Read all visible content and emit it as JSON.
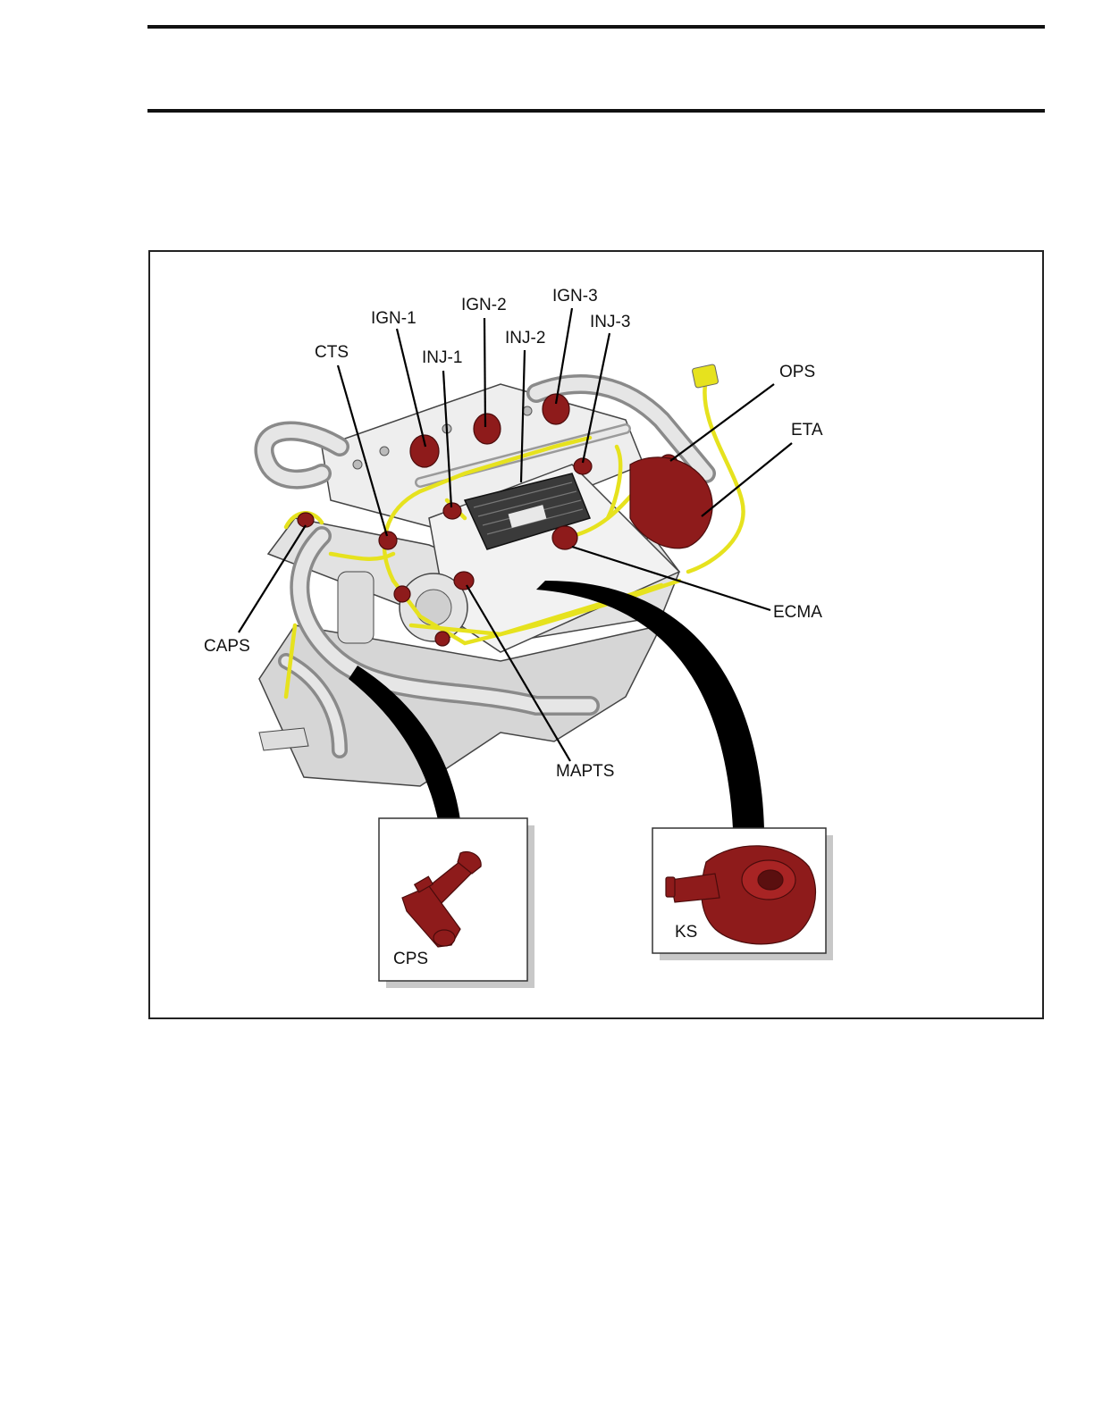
{
  "figure": {
    "labels": {
      "ign1": "IGN-1",
      "ign2": "IGN-2",
      "ign3": "IGN-3",
      "inj1": "INJ-1",
      "inj2": "INJ-2",
      "inj3": "INJ-3",
      "cts": "CTS",
      "ops": "OPS",
      "eta": "ETA",
      "caps": "CAPS",
      "ecma": "ECMA",
      "mapts": "MAPTS",
      "cps": "CPS",
      "ks": "KS"
    },
    "colors": {
      "component_red": "#8e1b1b",
      "harness_yellow": "#e6e21e",
      "engine_gray": "#d9d9d9",
      "outline": "#333333"
    }
  }
}
